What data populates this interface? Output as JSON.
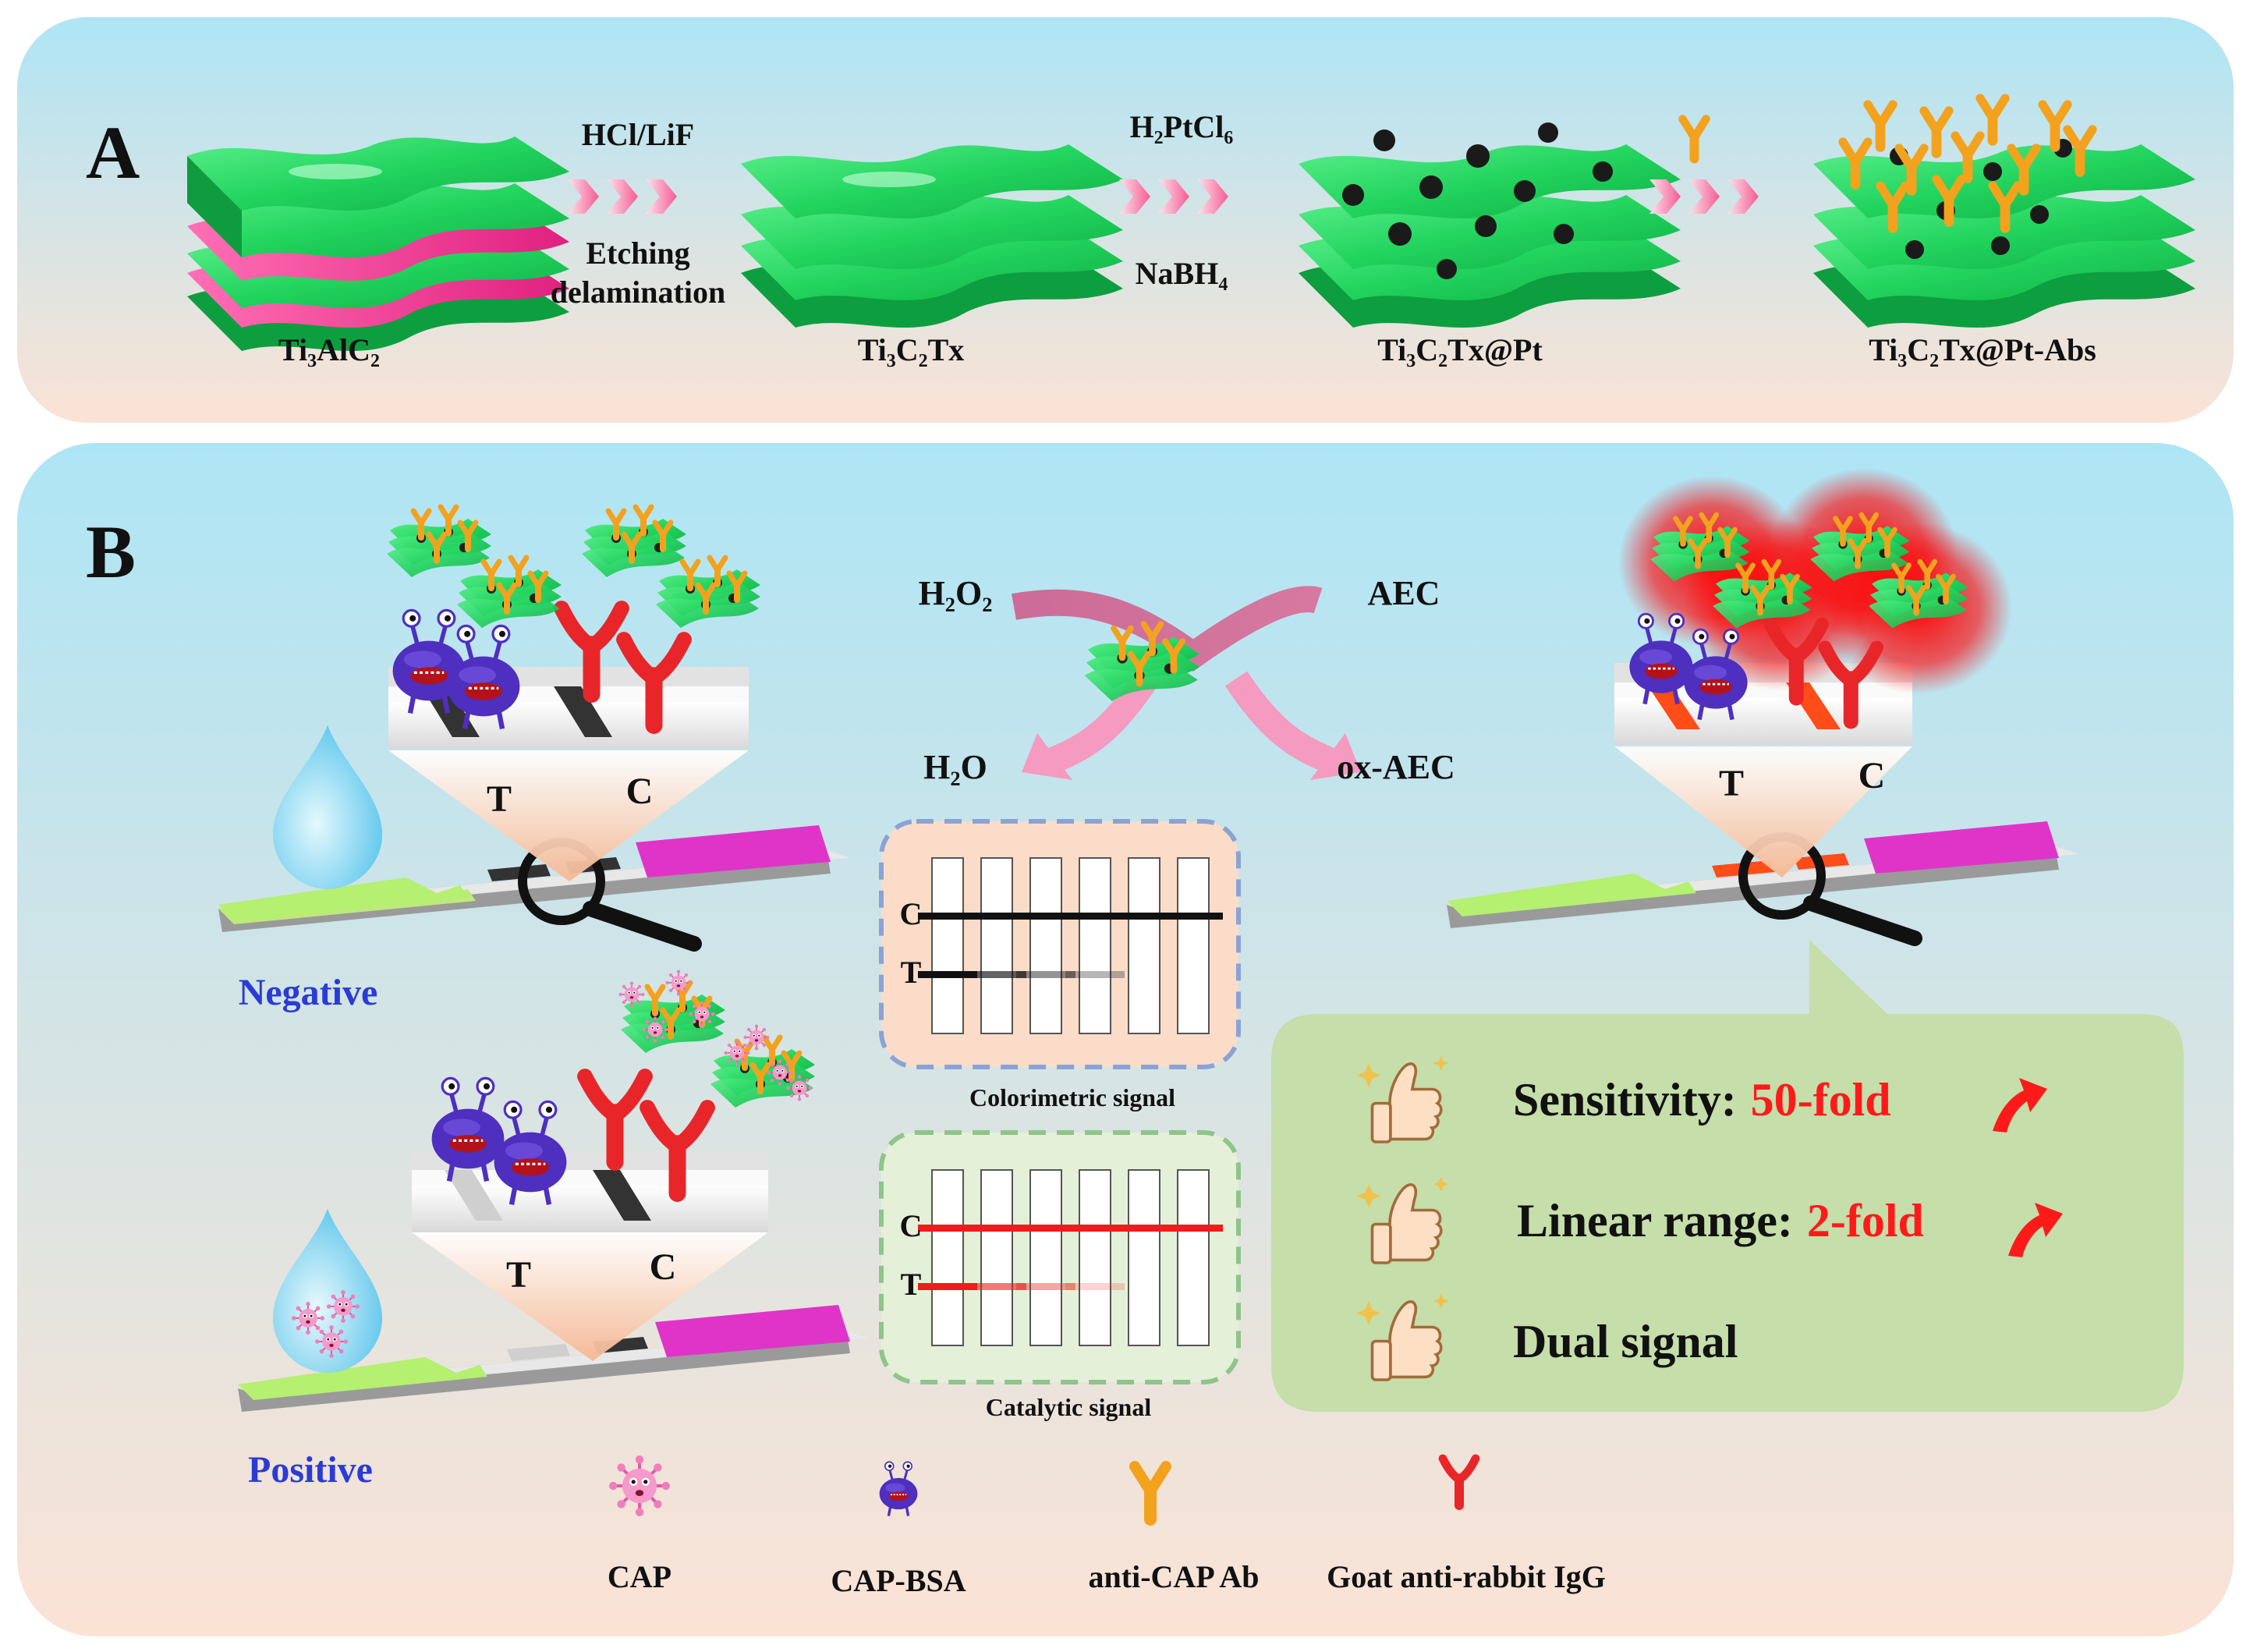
{
  "panel_a": {
    "letter": "A",
    "materials": {
      "m1": "Ti₃AlC₂",
      "m2": "Ti₃C₂Tx",
      "m3": "Ti₃C₂Tx@Pt",
      "m4": "Ti₃C₂Tx@Pt-Abs"
    },
    "steps": {
      "s1_top": "HCl/LiF",
      "s1_bottom_1": "Etching",
      "s1_bottom_2": "delamination",
      "s2_top": "H₂PtCl₆",
      "s2_bottom": "NaBH₄"
    }
  },
  "panel_b": {
    "letter": "B",
    "reaction": {
      "in_left": "H₂O₂",
      "in_right": "AEC",
      "out_left": "H₂O",
      "out_right": "ox-AEC"
    },
    "strip_labels": {
      "t": "T",
      "c": "C"
    },
    "results": {
      "negative": "Negative",
      "positive": "Positive"
    },
    "signals": {
      "colorimetric_caption": "Colorimetric signal",
      "catalytic_caption": "Catalytic signal",
      "line_c": "C",
      "line_t": "T",
      "colorimetric_t_intensity": [
        1.0,
        0.65,
        0.45,
        0.3,
        0,
        0
      ],
      "catalytic_t_intensity": [
        1.0,
        0.6,
        0.4,
        0.2,
        0,
        0
      ]
    },
    "benefits": {
      "b1_label": "Sensitivity:",
      "b1_value": "50-fold",
      "b2_label": "Linear range:",
      "b2_value": "2-fold",
      "b3_label": "Dual signal"
    },
    "legend": {
      "cap": "CAP",
      "cap_bsa": "CAP-BSA",
      "anti_cap_ab": "anti-CAP Ab",
      "goat_igg": "Goat anti-rabbit IgG"
    }
  },
  "colors": {
    "mxene_green": "#2ee06a",
    "al_layer_pink": "#f0449a",
    "ab_orange": "#f3a21e",
    "igg_red": "#e8262a",
    "cap_bsa_purple": "#4e2fbf",
    "highlight_red": "#ff1a1a",
    "label_blue": "#2a3bd6"
  }
}
